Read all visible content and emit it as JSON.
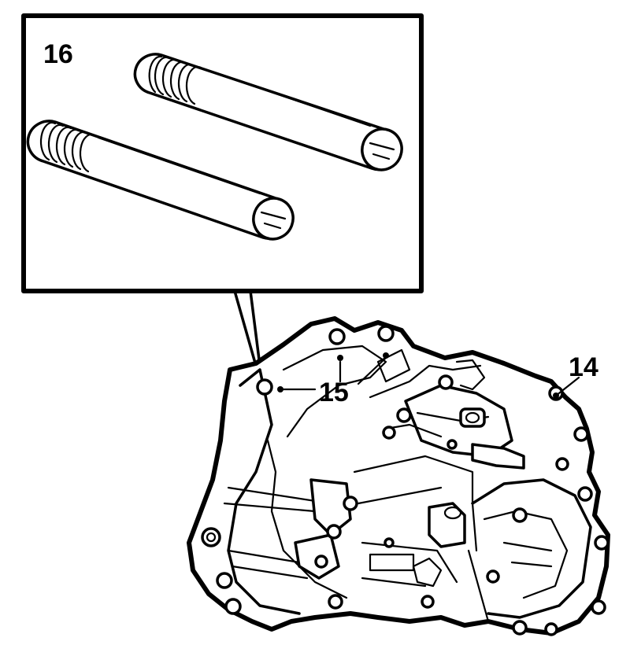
{
  "callouts": {
    "detail_label": "16",
    "holes_label": "15",
    "case_label": "14"
  },
  "colors": {
    "ink": "#000000",
    "paper": "#ffffff"
  },
  "icons": [
    "guide-stud-pin",
    "gearbox-housing"
  ]
}
